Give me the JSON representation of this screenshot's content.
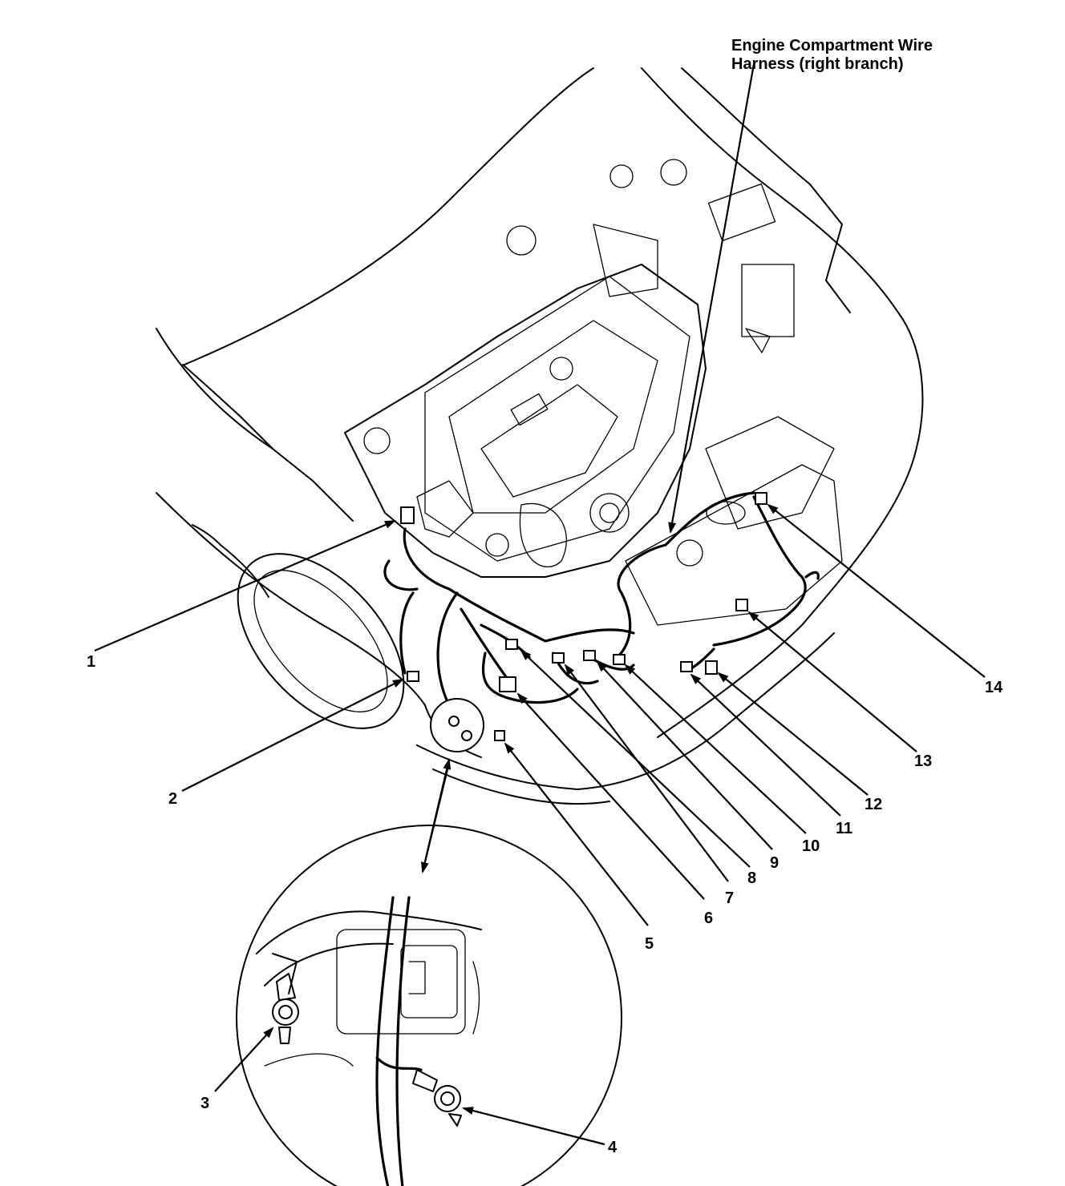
{
  "title_lines": [
    "Engine Compartment Wire",
    "Harness (right branch)"
  ],
  "callouts": [
    {
      "id": "1",
      "text": "1"
    },
    {
      "id": "2",
      "text": "2"
    },
    {
      "id": "3",
      "text": "3"
    },
    {
      "id": "4",
      "text": "4"
    },
    {
      "id": "5",
      "text": "5"
    },
    {
      "id": "6",
      "text": "6"
    },
    {
      "id": "7",
      "text": "7"
    },
    {
      "id": "8",
      "text": "8"
    },
    {
      "id": "9",
      "text": "9"
    },
    {
      "id": "10",
      "text": "10"
    },
    {
      "id": "11",
      "text": "11"
    },
    {
      "id": "12",
      "text": "12"
    },
    {
      "id": "13",
      "text": "13"
    },
    {
      "id": "14",
      "text": "14"
    }
  ]
}
